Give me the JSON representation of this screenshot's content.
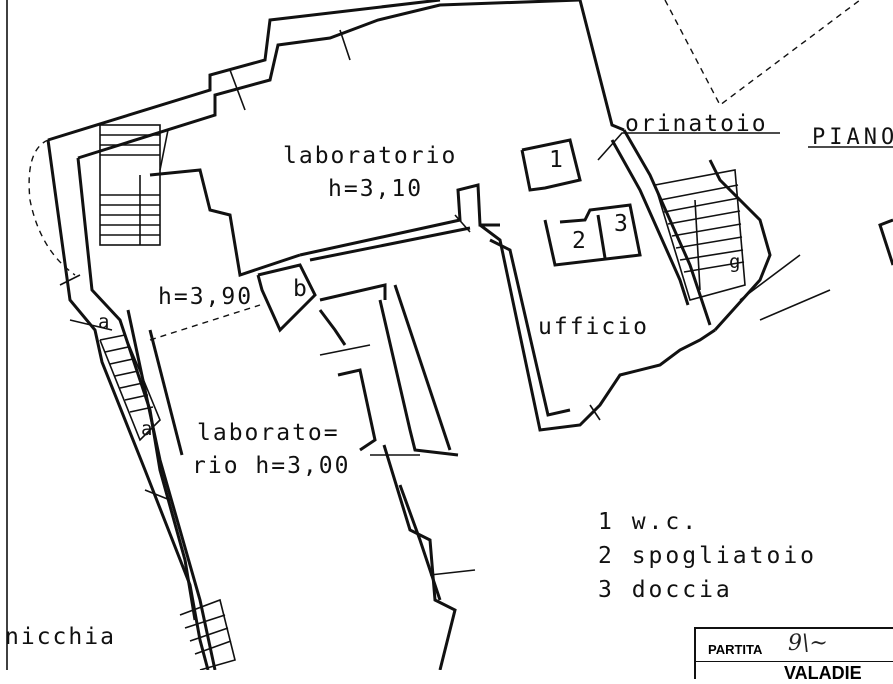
{
  "rooms": {
    "laboratorio": "laboratorio",
    "laboratorio_height": "h=3,10",
    "corridor_height": "h=3,90",
    "b": "b",
    "a_upper": "a",
    "a_lower": "a",
    "laboratorio2_line1": "laborato=",
    "laboratorio2_line2": "rio h=3,00",
    "ufficio": "ufficio",
    "orinatoio": "orinatoio",
    "piano": "PIANO",
    "room1": "1",
    "room2": "2",
    "room3": "3",
    "stair_g": "g",
    "nicchia": "nicchia"
  },
  "legend": {
    "item1": "1 w.c.",
    "item2": "2 spogliatoio",
    "item3": "3 doccia"
  },
  "stamp": {
    "partita_label": "PARTITA",
    "partita_value": "VALADIE",
    "signature": "9\\~"
  }
}
